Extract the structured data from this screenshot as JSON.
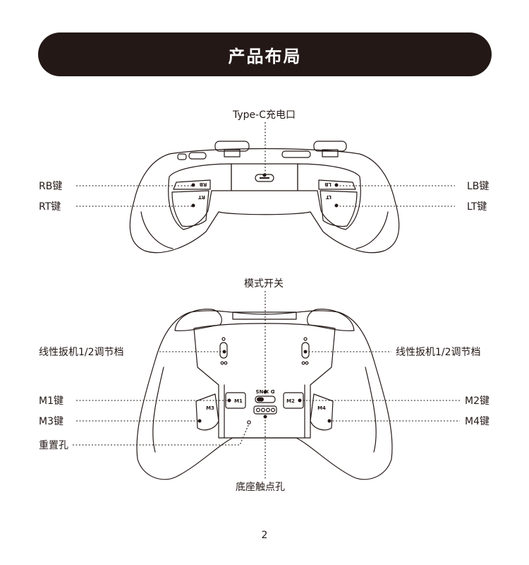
{
  "header": {
    "title": "产品布局"
  },
  "top_view": {
    "typec_label": "Type-C充电口",
    "rb_label": "RB键",
    "rt_label": "RT键",
    "lb_label": "LB键",
    "lt_label": "LT键",
    "rb_print": "RB",
    "rt_print": "RT",
    "lb_print": "LB",
    "lt_print": "LT"
  },
  "back_view": {
    "mode_switch_label": "模式开关",
    "trigger_left_label": "线性扳机1/2调节档",
    "trigger_right_label": "线性扳机1/2调节档",
    "m1_label": "M1键",
    "m2_label": "M2键",
    "m3_label": "M3键",
    "m4_label": "M4键",
    "reset_label": "重置孔",
    "dock_label": "底座触点孔",
    "m1_print": "M1",
    "m2_print": "M2",
    "m3_print": "M3",
    "m4_print": "M4",
    "switch_print": "D X NS"
  },
  "footer": {
    "page_number": "2"
  }
}
